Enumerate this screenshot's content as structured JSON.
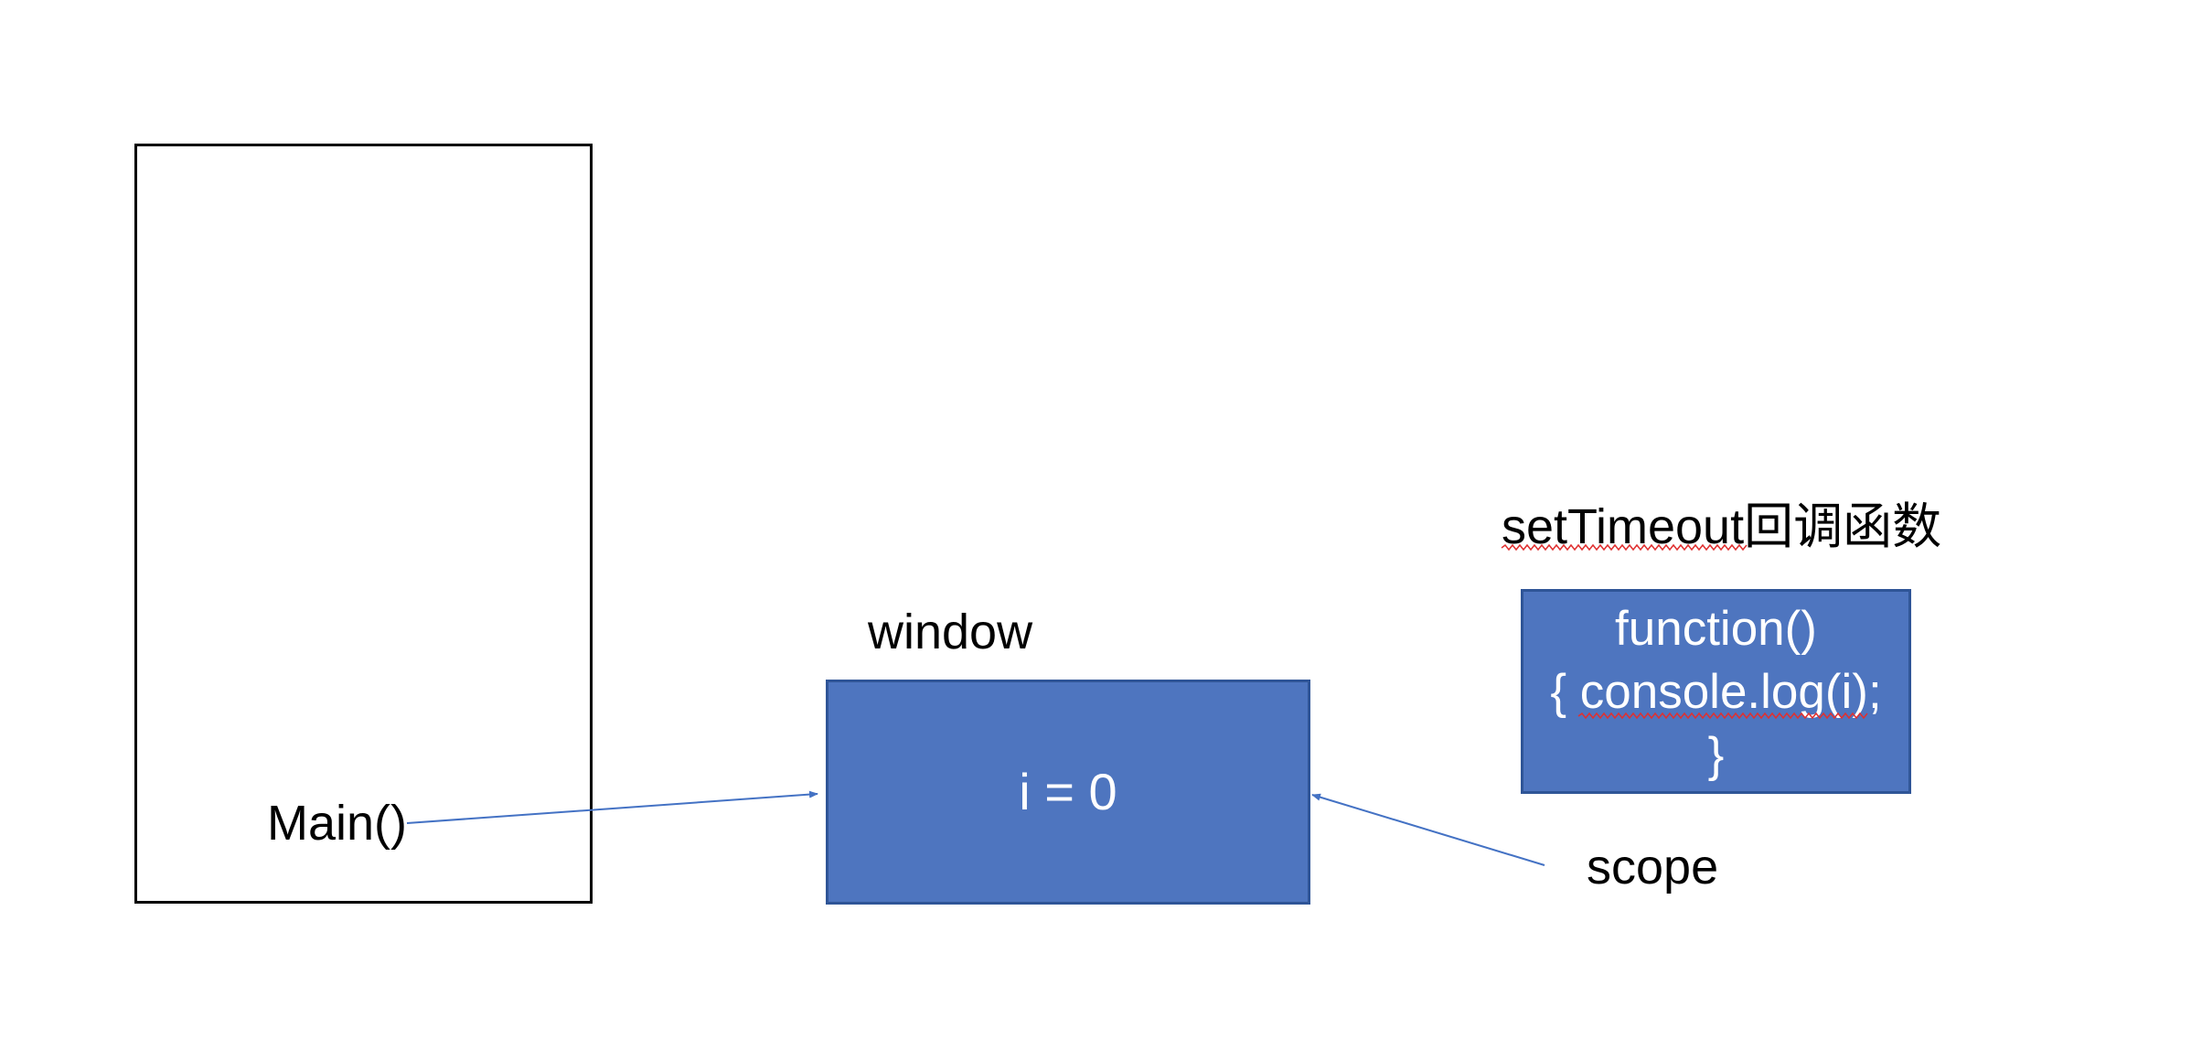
{
  "diagram": {
    "main_label": "Main()",
    "window_label": "window",
    "window_box_text": "i = 0",
    "callback_title": "setTimeout回调函数",
    "callback_lines": [
      "function()",
      "{ console.log(i);",
      "}"
    ],
    "scope_label": "scope"
  },
  "colors": {
    "box_fill": "#4e75bf",
    "box_border": "#2f5597",
    "arrow": "#4472c4",
    "spellcheck_underline": "#e03030"
  }
}
